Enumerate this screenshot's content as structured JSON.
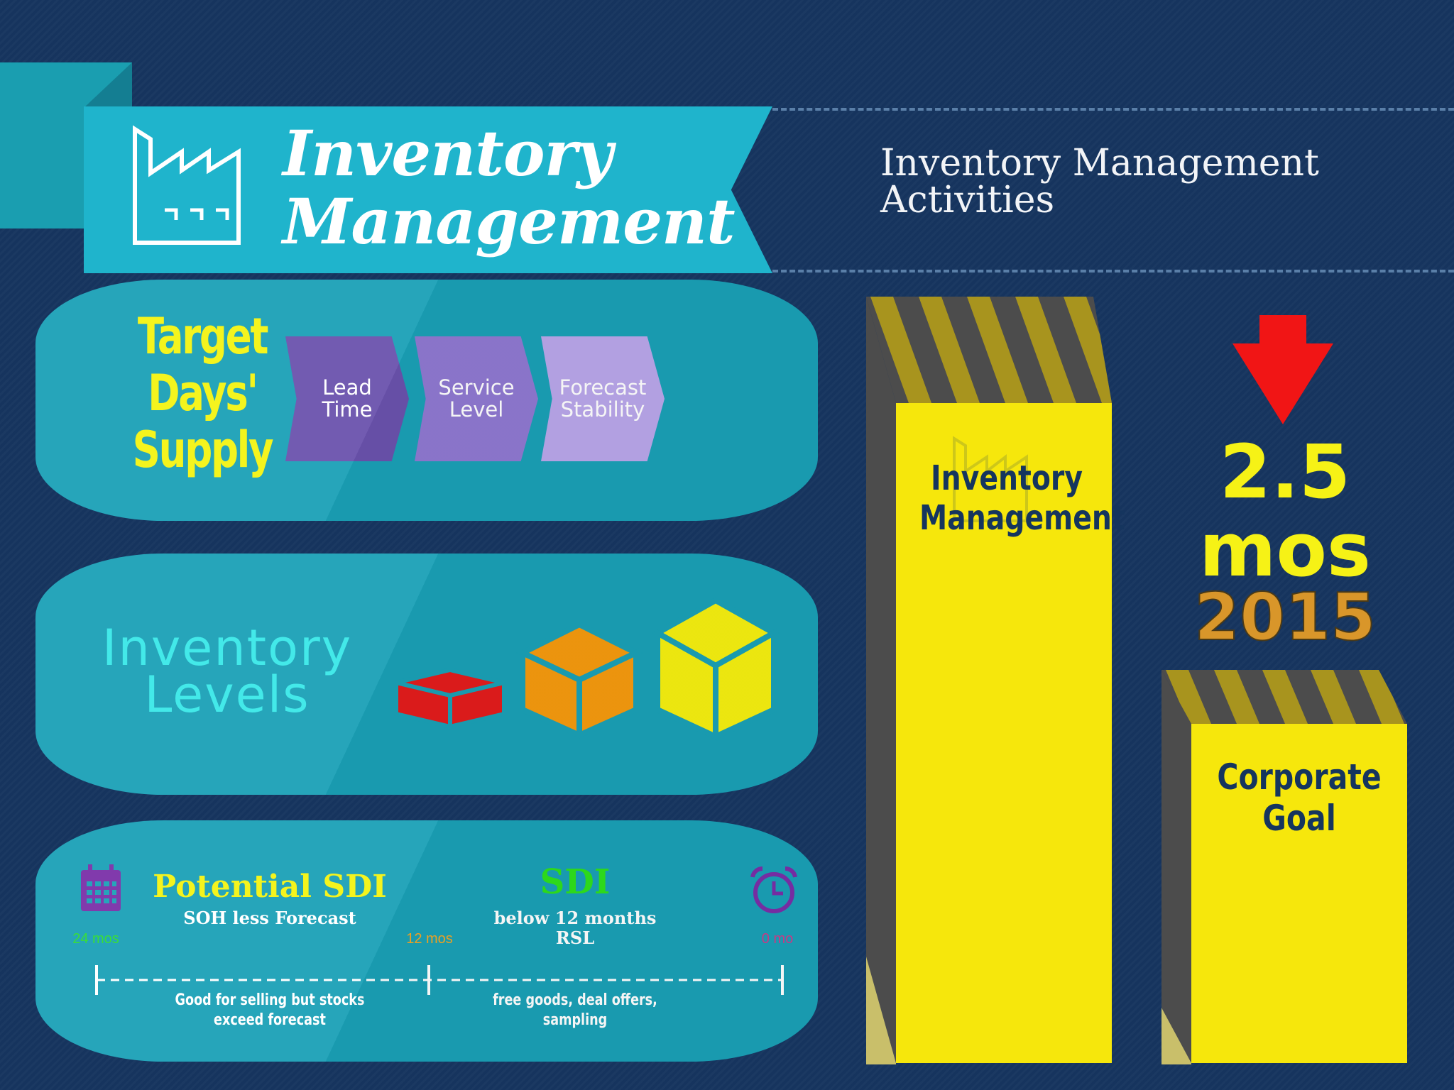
{
  "title": {
    "line1": "Inventory",
    "line2": "Management",
    "icon": "factory-icon"
  },
  "activities_title": {
    "line1": "Inventory Management",
    "line2": "Activities"
  },
  "target_days_supply": {
    "label_lines": [
      "Target",
      "Days'",
      "Supply"
    ],
    "steps": [
      {
        "line1": "Lead",
        "line2": "Time",
        "color": "#6a52ad"
      },
      {
        "line1": "Service",
        "line2": "Level",
        "color": "#8f79d1"
      },
      {
        "line1": "Forecast",
        "line2": "Stability",
        "color": "#b9a7ea"
      }
    ]
  },
  "inventory_levels": {
    "label_lines": [
      "Inventory",
      "Levels"
    ],
    "box_colors": [
      "#e31c1c",
      "#f59a0e",
      "#f5ef10"
    ]
  },
  "sdi": {
    "potential_title": "Potential SDI",
    "potential_sub": "SOH less Forecast",
    "sdi_title": "SDI",
    "sdi_sub_line1": "below 12 months",
    "sdi_sub_line2": "RSL",
    "ticks": [
      {
        "label": "24 mos",
        "color": "#2edc2e"
      },
      {
        "label": "12 mos",
        "color": "#f5a623"
      },
      {
        "label": "0 mo",
        "color": "#d03b8a"
      }
    ],
    "caption_left_line1": "Good for selling but stocks",
    "caption_left_line2": "exceed forecast",
    "caption_right": "free goods, deal offers, sampling",
    "calendar_icon": "calendar-icon",
    "clock_icon": "alarm-clock-icon"
  },
  "columns": {
    "inventory": {
      "line1": "Inventory",
      "line2": "Management"
    },
    "corporate": {
      "line1": "Corporate",
      "line2": "Goal"
    },
    "arrow_icon": "down-arrow-icon",
    "value_line1": "2.5",
    "value_line2": "mos",
    "year": "2015"
  }
}
